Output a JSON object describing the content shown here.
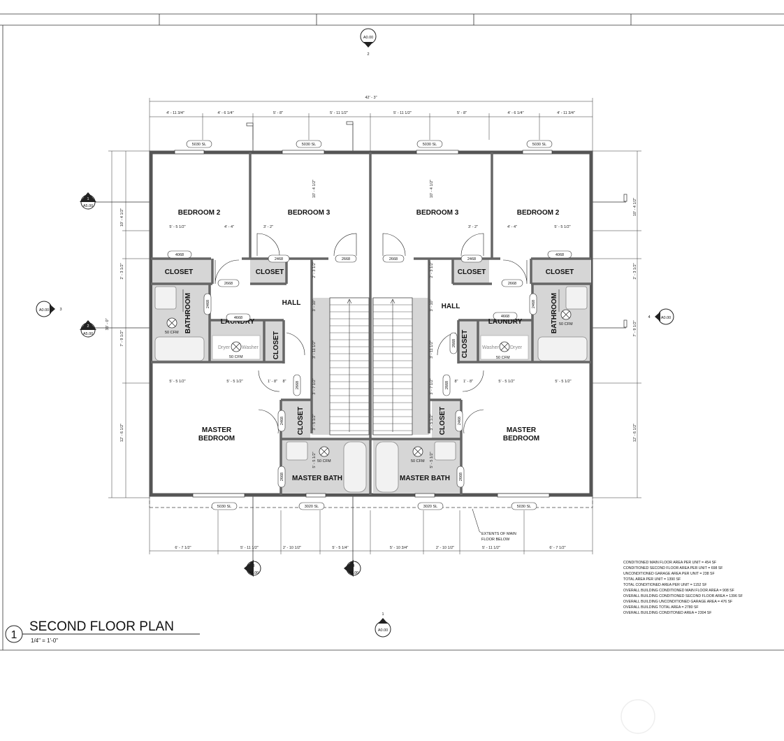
{
  "drawing": {
    "title_number": "1",
    "title": "SECOND FLOOR PLAN",
    "scale": "1/4\" = 1'-0\""
  },
  "rooms": {
    "bedroom2_left": "BEDROOM 2",
    "bedroom3_left": "BEDROOM 3",
    "bedroom3_right": "BEDROOM 3",
    "bedroom2_right": "BEDROOM 2",
    "closet_a": "CLOSET",
    "closet_b": "CLOSET",
    "closet_c": "CLOSET",
    "closet_d": "CLOSET",
    "closet_e": "CLOSET",
    "closet_f": "CLOSET",
    "closet_g": "CLOSET",
    "closet_h": "CLOSET",
    "hall_left": "HALL",
    "hall_right": "HALL",
    "bathroom_left": "BATHROOM",
    "bathroom_right": "BATHROOM",
    "laundry_left": "LAUNDRY",
    "laundry_right": "LAUNDRY",
    "master_bedroom_left_1": "MASTER",
    "master_bedroom_left_2": "BEDROOM",
    "master_bedroom_right_1": "MASTER",
    "master_bedroom_right_2": "BEDROOM",
    "master_bath_left": "MASTER BATH",
    "master_bath_right": "MASTER BATH"
  },
  "appliances": {
    "dryer_left": "Dryer",
    "washer_left": "Washer",
    "washer_right": "Washer",
    "dryer_right": "Dryer"
  },
  "fans": {
    "label": "50 CFM"
  },
  "window_tags": {
    "w1": "5030 SL",
    "w2": "5030 SL",
    "w3": "5030 SL",
    "w4": "5030 SL",
    "w5": "5030 SL",
    "w6": "3020 SL",
    "w7": "3020 SL",
    "w8": "5030 SL"
  },
  "door_tags": {
    "d_4068": "4068",
    "d_2668": "2668",
    "d_2468": "2468",
    "d_4668": "4668"
  },
  "dimensions": {
    "overall_width": "42' - 3\"",
    "top": [
      "4' - 11 3/4\"",
      "4' - 6 1/4\"",
      "5' - 8\"",
      "5' - 11 1/2\"",
      "5' - 11 1/2\"",
      "5' - 8\"",
      "4' - 6 1/4\"",
      "4' - 11 3/4\""
    ],
    "bottom": [
      "6' - 7 1/2\"",
      "5' - 11 1/2\"",
      "2' - 10 1/2\"",
      "5' - 5 1/4\"",
      "5' - 10 3/4\"",
      "2' - 10 1/2\"",
      "5' - 11 1/2\"",
      "6' - 7 1/2\""
    ],
    "left_overall": "33' - 0\"",
    "side": [
      "10' - 4 1/2\"",
      "2' - 3 1/2\"",
      "7' - 9 1/2\"",
      "12' - 6 1/2\""
    ],
    "bed2_row": [
      "5' - 5 1/2\"",
      "4' - 4\"",
      "3' - 2\""
    ],
    "master_row": [
      "5' - 5 1/2\"",
      "5' - 5 1/2\""
    ],
    "small_left": [
      "1' - 8\"",
      "8\""
    ],
    "small_right": [
      "8\"",
      "1' - 8\""
    ],
    "inner": [
      "10' - 4 1/2\"",
      "2' - 3 1/2\"",
      "3' - 10\"",
      "3' - 11 1/2\"",
      "3' - 7 1/2\"",
      "3' - 5 1/2\"",
      "5' - 5 1/2\""
    ]
  },
  "section_marks": {
    "top": {
      "sheet": "A0.00",
      "num": "2"
    },
    "bottom": {
      "sheet": "A0.00",
      "num": "1"
    },
    "left": {
      "sheet": "A0.00",
      "num": "3"
    },
    "right": {
      "sheet": "A0.00",
      "num": "4"
    },
    "s1": {
      "sheet": "A5.00",
      "num": "1"
    },
    "s2": {
      "sheet": "A5.00",
      "num": "2"
    },
    "s3": {
      "sheet": "A5.00",
      "num": "3"
    },
    "s4": {
      "sheet": "A5.00",
      "num": "4"
    }
  },
  "annotation": {
    "line1": "EXTENTS OF MAIN",
    "line2": "FLOOR BELOW"
  },
  "area_notes": [
    "CONDITIONED MAIN FLOOR AREA PER UNIT = 454 SF",
    "CONDITIONED SECOND FLOOR AREA PER UNIT = 698 SF",
    "UNCONDITIONED GARAGE AREA PER UNIT = 238 SF",
    "TOTAL AREA PER UNIT = 1390 SF",
    "TOTAL CONDITIONED AREA PER UNIT = 1152 SF",
    "OVERALL BUILDING CONDITIONED MAIN FLOOR AREA = 908 SF",
    "OVERALL BUILDING CONDITIONED SECOND FLOOR AREA = 1396 SF",
    "OVERALL BUILDING UNCONDITIONED GARAGE AREA = 476 SF",
    "OVERALL BUILDING TOTAL AREA = 2780 SF",
    "OVERALL BUILDING CONDITONED AREA = 2304 SF"
  ]
}
